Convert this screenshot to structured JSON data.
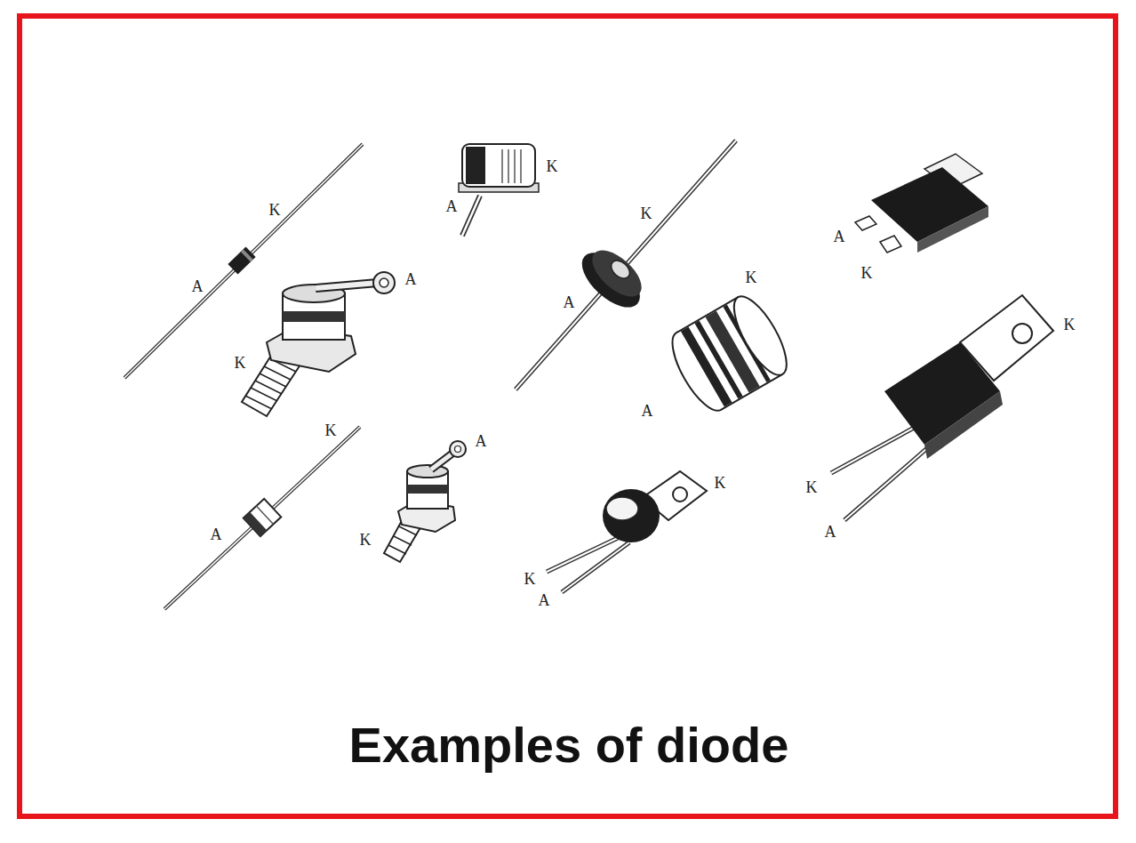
{
  "diagram": {
    "caption": "Examples of diode",
    "labels": [
      "K",
      "A",
      "K",
      "K",
      "A",
      "K",
      "A",
      "K",
      "A",
      "A",
      "K",
      "K",
      "A",
      "K",
      "A",
      "K",
      "K",
      "A",
      "A",
      "K",
      "K",
      "A"
    ]
  }
}
